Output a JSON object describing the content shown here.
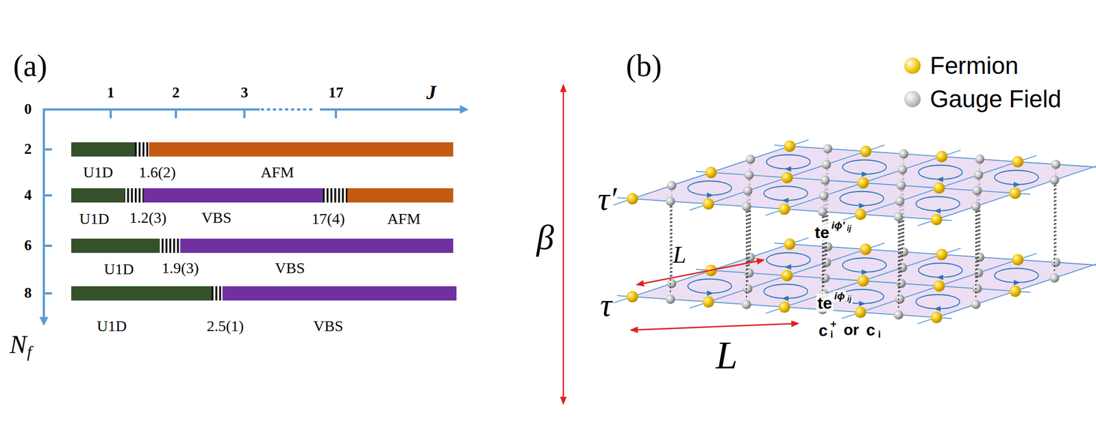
{
  "diagram": {
    "labels": [
      "(a)",
      "0",
      "1",
      "2",
      "3",
      "17",
      "J",
      "2",
      "4",
      "6",
      "8",
      "N",
      "f",
      "U1D",
      "1.6(2)",
      "AFM",
      "U1D",
      "1.2(3)",
      "VBS",
      "17(4)",
      "AFM",
      "U1D",
      "1.9(3)",
      "VBS",
      "U1D",
      "2.5(1)",
      "VBS",
      "(b)",
      "β",
      "τ′",
      "τ",
      "L",
      "L",
      "te",
      "iϕ′",
      "ij",
      "te",
      "iϕ",
      "ij",
      "c",
      "+",
      "i",
      "or",
      "c",
      "i"
    ],
    "legend": [
      {
        "text": "Fermion",
        "color": "#f2c200"
      },
      {
        "text": "Gauge Field",
        "color": "#bfbfbf"
      }
    ]
  }
}
